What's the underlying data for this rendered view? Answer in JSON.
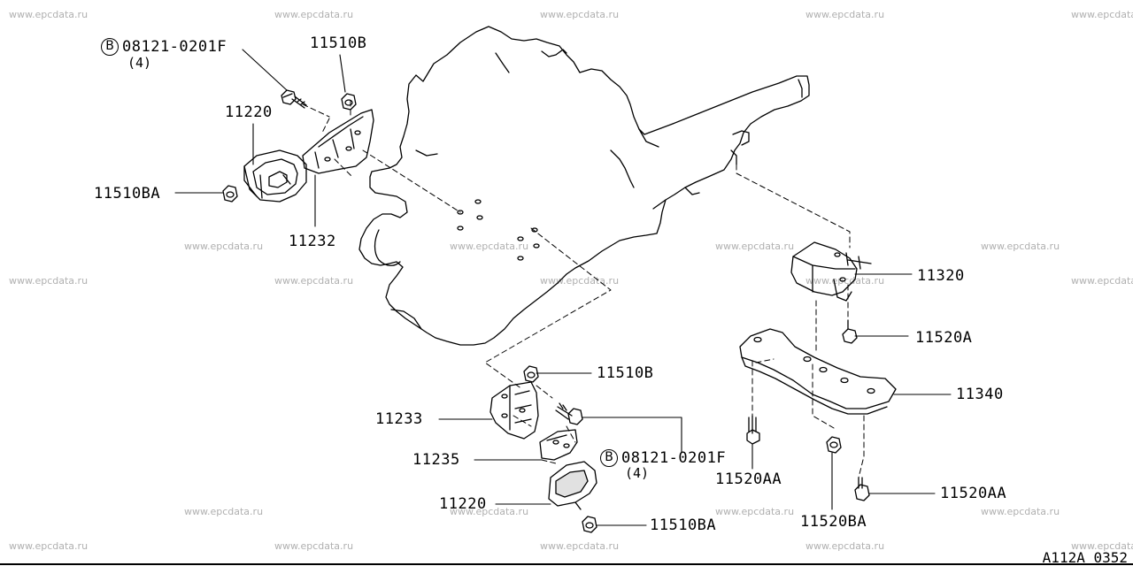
{
  "watermark": "www.epcdata.ru",
  "reference_code": "A112A 0352",
  "bolt_marker": "B",
  "labels": {
    "bolt_top": "08121-0201F",
    "bolt_top_qty": "(4)",
    "nut_top": "11510B",
    "insulator_front": "11220",
    "nut_front_left": "11510BA",
    "bracket_front": "11232",
    "mount_rear": "11320",
    "bolt_rear_a": "11520A",
    "member_rear": "11340",
    "nut_lower": "11510B",
    "bracket_lower": "11233",
    "bolt_lower": "08121-0201F",
    "bolt_lower_qty": "(4)",
    "bracket_lower_b": "11235",
    "bolt_rear_aa_left": "11520AA",
    "insulator_lower": "11220",
    "nut_lower_ba": "11510BA",
    "bolt_rear_ba": "11520BA",
    "bolt_rear_aa_right": "11520AA"
  }
}
